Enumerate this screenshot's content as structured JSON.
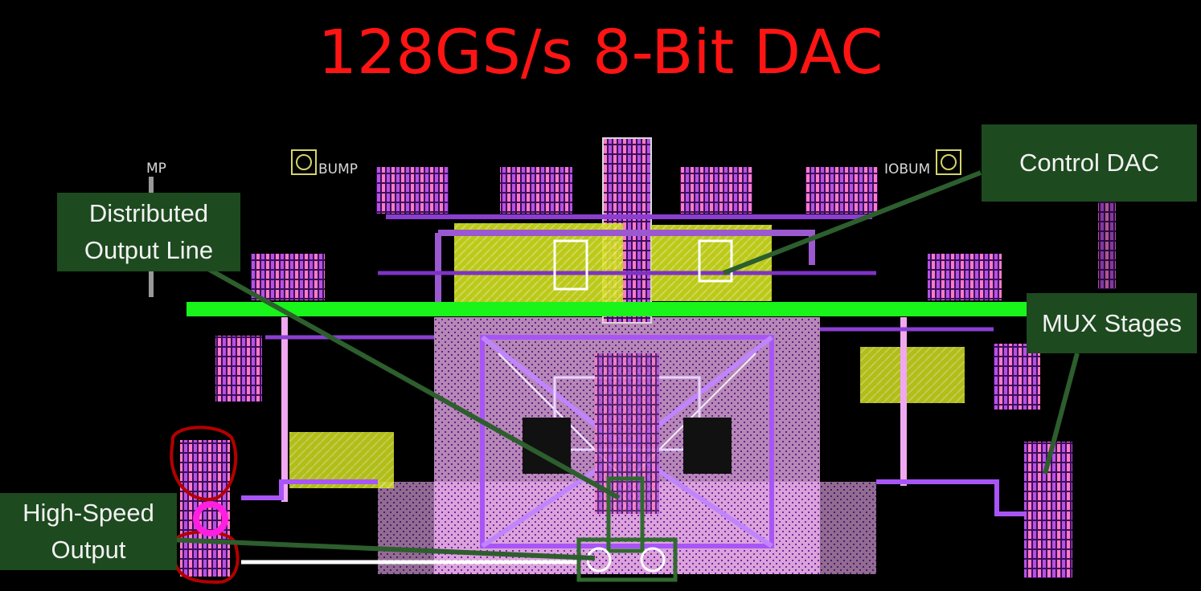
{
  "slide": {
    "title": "128GS/s 8-Bit DAC",
    "colors": {
      "title": "#ff1414",
      "callout_bg": "#1d4a1f",
      "callout_text": "#f2f2f2",
      "metal_purple": "#8a3fd1",
      "metal_pink": "#f0a8f0",
      "metal_yellow": "#d4e21c",
      "rail_green": "#19f51a",
      "annotation_red": "#b40000",
      "annotation_magenta": "#ff1fe0"
    }
  },
  "labels": {
    "bump_left": "BUMP",
    "bump_right": "IOBUM",
    "mp_label": "MP"
  },
  "callouts": {
    "distributed": "Distributed\nOutput Line",
    "control_dac": "Control DAC",
    "mux_stages": "MUX Stages",
    "high_speed": "High-Speed\nOutput"
  }
}
